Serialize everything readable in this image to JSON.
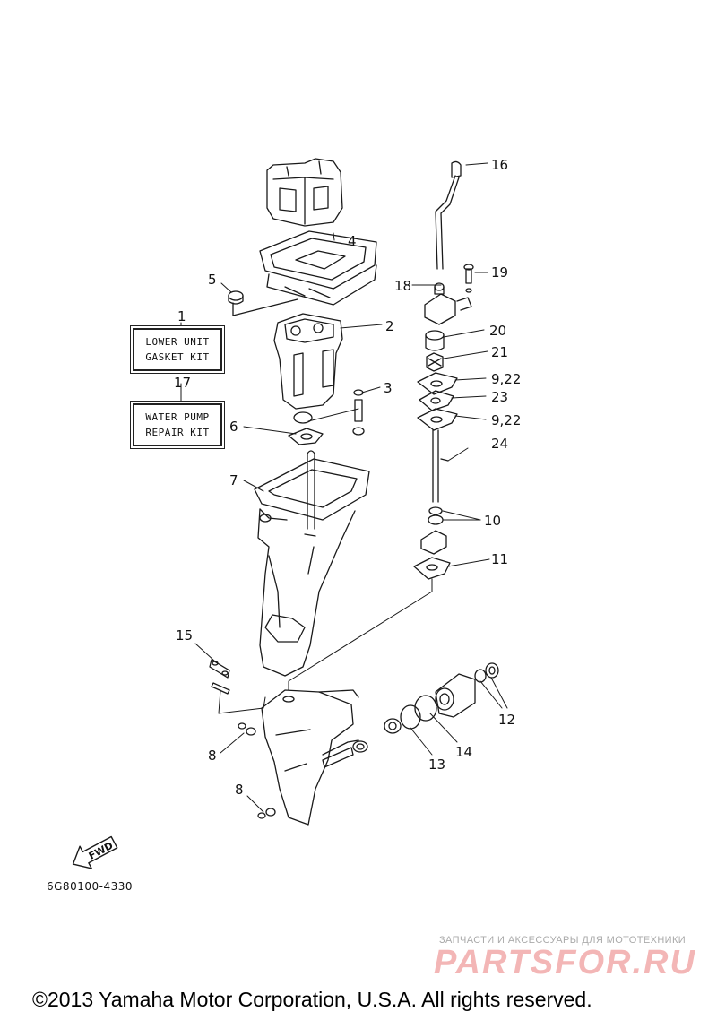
{
  "callouts": {
    "c1": "1",
    "c2": "2",
    "c3": "3",
    "c4": "4",
    "c5": "5",
    "c6": "6",
    "c7": "7",
    "c8a": "8",
    "c8b": "8",
    "c9a": "9,22",
    "c9b": "9,22",
    "c10": "10",
    "c11": "11",
    "c12": "12",
    "c13": "13",
    "c14": "14",
    "c15": "15",
    "c16": "16",
    "c17": "17",
    "c18": "18",
    "c19": "19",
    "c20": "20",
    "c21": "21",
    "c23": "23",
    "c24": "24"
  },
  "kits": {
    "lower_unit": {
      "line1": "LOWER UNIT",
      "line2": "GASKET KIT"
    },
    "water_pump": {
      "line1": "WATER PUMP",
      "line2": "REPAIR KIT"
    }
  },
  "fwd_label": "FWD",
  "diagram_code": "6G80100-4330",
  "watermark": {
    "tagline": "ЗАПЧАСТИ И АКСЕССУАРЫ ДЛЯ МОТОТЕХНИКИ",
    "logo": "PARTSFOR.RU"
  },
  "copyright": "©2013 Yamaha Motor Corporation, U.S.A. All rights reserved."
}
